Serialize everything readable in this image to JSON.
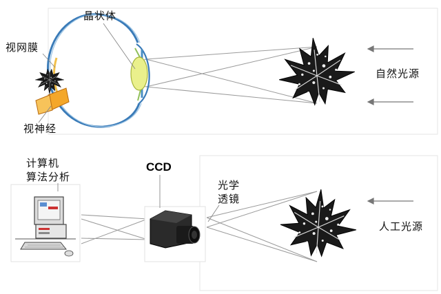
{
  "top": {
    "lens_label": "晶状体",
    "retina_label": "视网膜",
    "nerve_label": "视神经",
    "light_label": "自然光源"
  },
  "bottom": {
    "computer_label_line1": "计算机",
    "computer_label_line2": "算法分析",
    "camera_label": "CCD",
    "optics_label_line1": "光学",
    "optics_label_line2": "透镜",
    "light_label": "人工光源"
  },
  "icons": [
    "eye-cross-section",
    "maple-leaf",
    "maple-leaf-inverted",
    "ccd-camera",
    "desktop-computer",
    "arrow-left"
  ]
}
